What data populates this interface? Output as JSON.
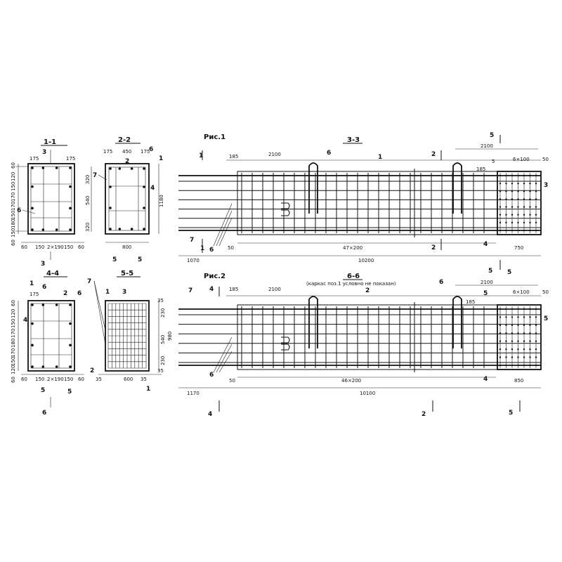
{
  "sections": {
    "s11": {
      "title": "1-1",
      "top_dims": [
        "175",
        "175"
      ],
      "side_dims": [
        "60",
        "120",
        "150",
        "170",
        "170",
        "150",
        "180",
        "150",
        "60"
      ],
      "bottom_dims": [
        "60",
        "150",
        "2×190",
        "150",
        "60"
      ],
      "cut_top": "3",
      "cut_bottom": "3",
      "callout": "6"
    },
    "s22": {
      "title": "2-2",
      "top_dims": [
        "175",
        "450",
        "175"
      ],
      "side_dims": [
        "320",
        "540",
        "320"
      ],
      "overall": "1180",
      "width": "800",
      "callouts": [
        "2",
        "6",
        "1",
        "7",
        "4"
      ],
      "cut": "5"
    },
    "s44": {
      "title": "4-4",
      "top_dims": [
        "175"
      ],
      "side_dims": [
        "60",
        "120",
        "150",
        "170",
        "180",
        "170",
        "150",
        "120",
        "60"
      ],
      "bottom_dims": [
        "60",
        "150",
        "2×190",
        "150",
        "60"
      ],
      "callouts": [
        "1",
        "6",
        "2",
        "6",
        "4"
      ],
      "cut": "5",
      "cut_low": "6"
    },
    "s55": {
      "title": "5-5",
      "top_dims": [
        "35"
      ],
      "side_dims": [
        "230",
        "540",
        "230"
      ],
      "overall": "980",
      "bottom_dims": [
        "35",
        "600",
        "35"
      ],
      "callouts": [
        "1",
        "3",
        "7",
        "2",
        "1"
      ],
      "edge": "35"
    }
  },
  "fig1": {
    "caption": "Рис.1",
    "section": "3-3",
    "dims_top": [
      "185",
      "2100",
      "2100",
      "185",
      "5",
      "6×100",
      "50"
    ],
    "dims_bottom": [
      "1070",
      "50",
      "47×200",
      "750",
      "10200"
    ],
    "callouts": [
      "1",
      "6",
      "2",
      "1",
      "7",
      "6",
      "4",
      "2",
      "5",
      "3"
    ],
    "cut_marks": [
      "1",
      "2",
      "5",
      "5"
    ]
  },
  "fig2": {
    "caption": "Рис.2",
    "section": "6-6",
    "note": "(каркас поз.1 условно не показан)",
    "dims_top": [
      "185",
      "2100",
      "2100",
      "185",
      "6×100",
      "50"
    ],
    "dims_bottom": [
      "1170",
      "50",
      "46×200",
      "850",
      "10100"
    ],
    "callouts": [
      "7",
      "4",
      "6",
      "2",
      "6",
      "5",
      "5",
      "6",
      "4"
    ],
    "cut_marks": [
      "4",
      "2",
      "5",
      "5"
    ]
  }
}
